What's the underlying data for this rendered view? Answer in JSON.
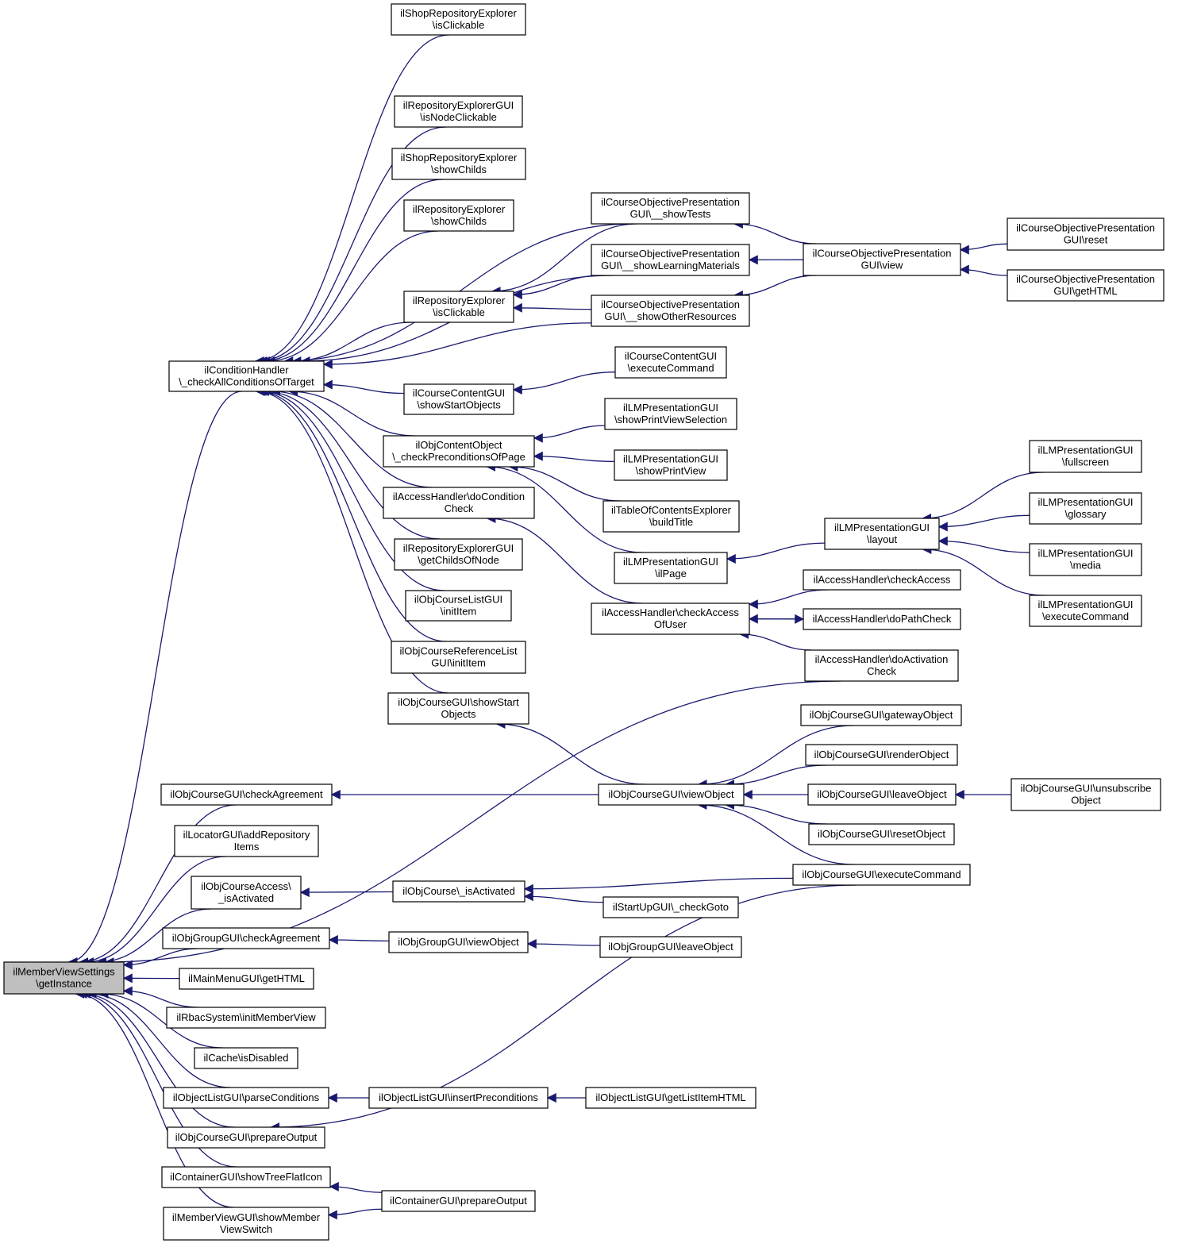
{
  "colors": {
    "edge": "#191970",
    "node_border": "#000000",
    "node_fill": "#ffffff",
    "root_fill": "#bfbfbf"
  },
  "nodes": [
    {
      "id": "root",
      "lines": [
        "ilMemberViewSettings",
        "\\getInstance"
      ],
      "root": true
    },
    {
      "id": "cond",
      "lines": [
        "ilConditionHandler",
        "\\_checkAllConditionsOfTarget"
      ]
    },
    {
      "id": "shopRepClick",
      "lines": [
        "ilShopRepositoryExplorer",
        "\\isClickable"
      ]
    },
    {
      "id": "repGuiNodeClick",
      "lines": [
        "ilRepositoryExplorerGUI",
        "\\isNodeClickable"
      ]
    },
    {
      "id": "shopRepShow",
      "lines": [
        "ilShopRepositoryExplorer",
        "\\showChilds"
      ]
    },
    {
      "id": "repShow",
      "lines": [
        "ilRepositoryExplorer",
        "\\showChilds"
      ]
    },
    {
      "id": "repClick",
      "lines": [
        "ilRepositoryExplorer",
        "\\isClickable"
      ]
    },
    {
      "id": "ccShowStart",
      "lines": [
        "ilCourseContentGUI",
        "\\showStartObjects"
      ]
    },
    {
      "id": "objContent",
      "lines": [
        "ilObjContentObject",
        "\\_checkPreconditionsOfPage"
      ]
    },
    {
      "id": "accDoCond",
      "lines": [
        "ilAccessHandler\\doCondition",
        "Check"
      ]
    },
    {
      "id": "repGuiChilds",
      "lines": [
        "ilRepositoryExplorerGUI",
        "\\getChildsOfNode"
      ]
    },
    {
      "id": "courseListInit",
      "lines": [
        "ilObjCourseListGUI",
        "\\initItem"
      ]
    },
    {
      "id": "courseRefInit",
      "lines": [
        "ilObjCourseReferenceList",
        "GUI\\initItem"
      ]
    },
    {
      "id": "courseShowStart",
      "lines": [
        "ilObjCourseGUI\\showStart",
        "Objects"
      ]
    },
    {
      "id": "copShowTests",
      "lines": [
        "ilCourseObjectivePresentation",
        "GUI\\__showTests"
      ]
    },
    {
      "id": "copShowLM",
      "lines": [
        "ilCourseObjectivePresentation",
        "GUI\\__showLearningMaterials"
      ]
    },
    {
      "id": "copShowOther",
      "lines": [
        "ilCourseObjectivePresentation",
        "GUI\\__showOtherResources"
      ]
    },
    {
      "id": "copView",
      "lines": [
        "ilCourseObjectivePresentation",
        "GUI\\view"
      ]
    },
    {
      "id": "copReset",
      "lines": [
        "ilCourseObjectivePresentation",
        "GUI\\reset"
      ]
    },
    {
      "id": "copGetHTML",
      "lines": [
        "ilCourseObjectivePresentation",
        "GUI\\getHTML"
      ]
    },
    {
      "id": "ccExec",
      "lines": [
        "ilCourseContentGUI",
        "\\executeCommand"
      ]
    },
    {
      "id": "lmPrintSel",
      "lines": [
        "ilLMPresentationGUI",
        "\\showPrintViewSelection"
      ]
    },
    {
      "id": "lmPrintView",
      "lines": [
        "ilLMPresentationGUI",
        "\\showPrintView"
      ]
    },
    {
      "id": "tocBuild",
      "lines": [
        "ilTableOfContentsExplorer",
        "\\buildTitle"
      ]
    },
    {
      "id": "lmPage",
      "lines": [
        "ilLMPresentationGUI",
        "\\ilPage"
      ]
    },
    {
      "id": "lmLayout",
      "lines": [
        "ilLMPresentationGUI",
        "\\layout"
      ]
    },
    {
      "id": "lmFull",
      "lines": [
        "ilLMPresentationGUI",
        "\\fullscreen"
      ]
    },
    {
      "id": "lmGloss",
      "lines": [
        "ilLMPresentationGUI",
        "\\glossary"
      ]
    },
    {
      "id": "lmMedia",
      "lines": [
        "ilLMPresentationGUI",
        "\\media"
      ]
    },
    {
      "id": "lmExec",
      "lines": [
        "ilLMPresentationGUI",
        "\\executeCommand"
      ]
    },
    {
      "id": "accCheckAccess",
      "lines": [
        "ilAccessHandler\\checkAccess"
      ]
    },
    {
      "id": "accCheckUser",
      "lines": [
        "ilAccessHandler\\checkAccess",
        "OfUser"
      ]
    },
    {
      "id": "accPath",
      "lines": [
        "ilAccessHandler\\doPathCheck"
      ]
    },
    {
      "id": "accActivation",
      "lines": [
        "ilAccessHandler\\doActivation",
        "Check"
      ]
    },
    {
      "id": "courseCheckAgree",
      "lines": [
        "ilObjCourseGUI\\checkAgreement"
      ]
    },
    {
      "id": "locatorAdd",
      "lines": [
        "ilLocatorGUI\\addRepository",
        "Items"
      ]
    },
    {
      "id": "courseAccessAct",
      "lines": [
        "ilObjCourseAccess\\",
        "_isActivated"
      ]
    },
    {
      "id": "groupCheckAgree",
      "lines": [
        "ilObjGroupGUI\\checkAgreement"
      ]
    },
    {
      "id": "mainMenuHTML",
      "lines": [
        "ilMainMenuGUI\\getHTML"
      ]
    },
    {
      "id": "rbacInit",
      "lines": [
        "ilRbacSystem\\initMemberView"
      ]
    },
    {
      "id": "cacheDisabled",
      "lines": [
        "ilCache\\isDisabled"
      ]
    },
    {
      "id": "olParseCond",
      "lines": [
        "ilObjectListGUI\\parseConditions"
      ]
    },
    {
      "id": "coursePrepOut",
      "lines": [
        "ilObjCourseGUI\\prepareOutput"
      ]
    },
    {
      "id": "contTreeFlat",
      "lines": [
        "ilContainerGUI\\showTreeFlatIcon"
      ]
    },
    {
      "id": "mvShowSwitch",
      "lines": [
        "ilMemberViewGUI\\showMember",
        "ViewSwitch"
      ]
    },
    {
      "id": "courseViewObj",
      "lines": [
        "ilObjCourseGUI\\viewObject"
      ]
    },
    {
      "id": "courseIsAct",
      "lines": [
        "ilObjCourse\\_isActivated"
      ]
    },
    {
      "id": "groupViewObj",
      "lines": [
        "ilObjGroupGUI\\viewObject"
      ]
    },
    {
      "id": "olInsertPre",
      "lines": [
        "ilObjectListGUI\\insertPreconditions"
      ]
    },
    {
      "id": "contPrepOut",
      "lines": [
        "ilContainerGUI\\prepareOutput"
      ]
    },
    {
      "id": "courseGateway",
      "lines": [
        "ilObjCourseGUI\\gatewayObject"
      ]
    },
    {
      "id": "courseRender",
      "lines": [
        "ilObjCourseGUI\\renderObject"
      ]
    },
    {
      "id": "courseLeave",
      "lines": [
        "ilObjCourseGUI\\leaveObject"
      ]
    },
    {
      "id": "courseReset",
      "lines": [
        "ilObjCourseGUI\\resetObject"
      ]
    },
    {
      "id": "courseExec",
      "lines": [
        "ilObjCourseGUI\\executeCommand"
      ]
    },
    {
      "id": "courseUnsub",
      "lines": [
        "ilObjCourseGUI\\unsubscribe",
        "Object"
      ]
    },
    {
      "id": "startupGoto",
      "lines": [
        "ilStartUpGUI\\_checkGoto"
      ]
    },
    {
      "id": "groupLeave",
      "lines": [
        "ilObjGroupGUI\\leaveObject"
      ]
    },
    {
      "id": "olGetListItem",
      "lines": [
        "ilObjectListGUI\\getListItemHTML"
      ]
    }
  ],
  "edges": [
    [
      "cond",
      "root"
    ],
    [
      "courseCheckAgree",
      "root"
    ],
    [
      "locatorAdd",
      "root"
    ],
    [
      "courseAccessAct",
      "root"
    ],
    [
      "groupCheckAgree",
      "root"
    ],
    [
      "mainMenuHTML",
      "root"
    ],
    [
      "rbacInit",
      "root"
    ],
    [
      "cacheDisabled",
      "root"
    ],
    [
      "olParseCond",
      "root"
    ],
    [
      "coursePrepOut",
      "root"
    ],
    [
      "contTreeFlat",
      "root"
    ],
    [
      "mvShowSwitch",
      "root"
    ],
    [
      "accActivation",
      "root"
    ],
    [
      "shopRepClick",
      "cond"
    ],
    [
      "copShowTests",
      "cond"
    ],
    [
      "repGuiNodeClick",
      "cond"
    ],
    [
      "shopRepShow",
      "cond"
    ],
    [
      "repShow",
      "cond"
    ],
    [
      "copShowLM",
      "cond"
    ],
    [
      "repClick",
      "cond"
    ],
    [
      "copShowOther",
      "cond"
    ],
    [
      "ccShowStart",
      "cond"
    ],
    [
      "objContent",
      "cond"
    ],
    [
      "accDoCond",
      "cond"
    ],
    [
      "repGuiChilds",
      "cond"
    ],
    [
      "courseListInit",
      "cond"
    ],
    [
      "courseRefInit",
      "cond"
    ],
    [
      "courseShowStart",
      "cond"
    ],
    [
      "copShowTests",
      "repClick"
    ],
    [
      "copShowLM",
      "repClick"
    ],
    [
      "copShowOther",
      "repClick"
    ],
    [
      "copView",
      "copShowTests"
    ],
    [
      "copView",
      "copShowLM"
    ],
    [
      "copView",
      "copShowOther"
    ],
    [
      "copReset",
      "copView"
    ],
    [
      "copGetHTML",
      "copView"
    ],
    [
      "ccExec",
      "ccShowStart"
    ],
    [
      "lmPrintSel",
      "objContent"
    ],
    [
      "lmPrintView",
      "objContent"
    ],
    [
      "tocBuild",
      "objContent"
    ],
    [
      "lmPage",
      "objContent"
    ],
    [
      "accCheckUser",
      "accDoCond"
    ],
    [
      "lmLayout",
      "lmPage"
    ],
    [
      "lmFull",
      "lmLayout"
    ],
    [
      "lmGloss",
      "lmLayout"
    ],
    [
      "lmMedia",
      "lmLayout"
    ],
    [
      "lmExec",
      "lmLayout"
    ],
    [
      "accCheckAccess",
      "accCheckUser"
    ],
    [
      "accPath",
      "accCheckUser"
    ],
    [
      "accActivation",
      "accCheckUser"
    ],
    [
      "accCheckUser",
      "accPath"
    ],
    [
      "courseViewObj",
      "courseShowStart"
    ],
    [
      "courseViewObj",
      "courseCheckAgree"
    ],
    [
      "courseGateway",
      "courseViewObj"
    ],
    [
      "courseRender",
      "courseViewObj"
    ],
    [
      "courseLeave",
      "courseViewObj"
    ],
    [
      "courseReset",
      "courseViewObj"
    ],
    [
      "courseExec",
      "courseViewObj"
    ],
    [
      "courseUnsub",
      "courseLeave"
    ],
    [
      "courseIsAct",
      "courseAccessAct"
    ],
    [
      "courseExec",
      "courseIsAct"
    ],
    [
      "startupGoto",
      "courseIsAct"
    ],
    [
      "groupViewObj",
      "groupCheckAgree"
    ],
    [
      "groupLeave",
      "groupViewObj"
    ],
    [
      "olInsertPre",
      "olParseCond"
    ],
    [
      "olGetListItem",
      "olInsertPre"
    ],
    [
      "courseExec",
      "coursePrepOut"
    ],
    [
      "contPrepOut",
      "contTreeFlat"
    ],
    [
      "contPrepOut",
      "mvShowSwitch"
    ]
  ]
}
